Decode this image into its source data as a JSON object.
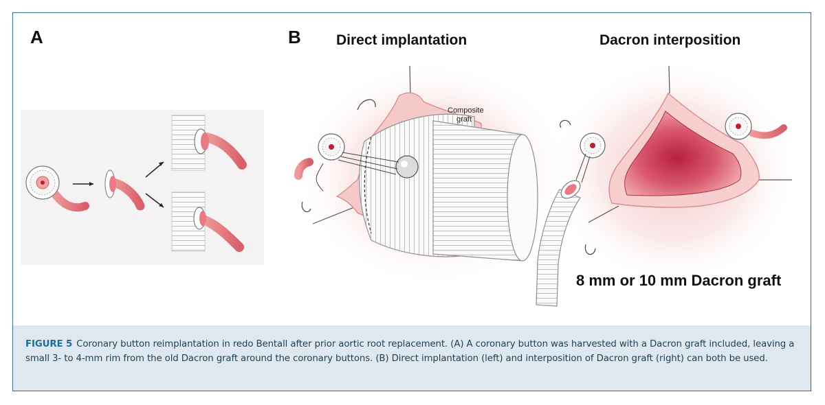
{
  "panel_a": {
    "letter": "A"
  },
  "panel_b": {
    "letter": "B",
    "left_title": "Direct implantation",
    "right_title": "Dacron interposition",
    "composite_label_line1": "Composite",
    "composite_label_line2": "graft",
    "graft_label": "8 mm or 10 mm Dacron graft"
  },
  "caption": {
    "label": "FIGURE 5",
    "text": "Coronary button reimplantation in redo Bentall after prior aortic root replacement. (A) A coronary button was harvested with a Dacron graft included, leaving a small 3- to 4-mm rim from the old Dacron graft around the coronary buttons. (B) Direct implantation (left) and interposition of Dacron graft (right) can both be used."
  },
  "colors": {
    "frame": "#2d6f93",
    "caption_bg": "#dfe8ee",
    "caption_label": "#1c6e96",
    "tissue": "#e98a8a",
    "tissue_dark": "#c8485a",
    "graft_grey": "#f4f4f4"
  }
}
